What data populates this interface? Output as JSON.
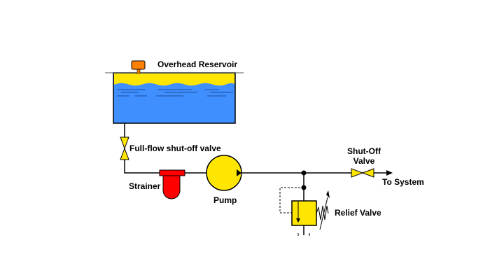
{
  "labels": {
    "reservoir": "Overhead Reservoir",
    "full_flow_valve": "Full-flow shut-off valve",
    "strainer": "Strainer",
    "pump": "Pump",
    "shutoff_line1": "Shut-Off",
    "shutoff_line2": "Valve",
    "to_system": "To System",
    "relief_valve": "Relief Valve"
  },
  "colors": {
    "fluid": "#3f8fff",
    "air_space": "#ffe600",
    "valve": "#ffe600",
    "strainer": "#ff0000",
    "cap": "#ff7f00",
    "line": "#000000"
  }
}
